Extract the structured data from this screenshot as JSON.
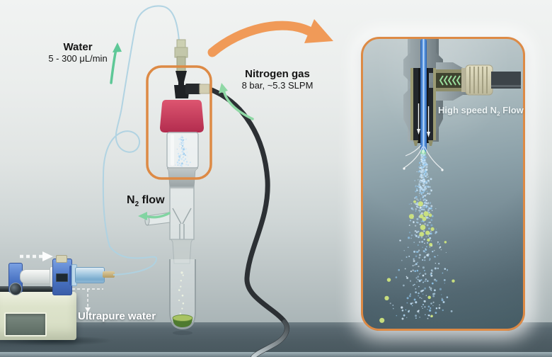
{
  "figure": {
    "type": "spray-nebulizer-experimental-setup",
    "labels": {
      "water": {
        "title": "Water",
        "rate": "5 - 300 μL/min"
      },
      "nitrogen": {
        "title": "Nitrogen gas",
        "spec": "8 bar, ~5.3 SLPM"
      },
      "n2_flow": {
        "symbol": "N",
        "subscript": "2",
        "suffix": " flow"
      },
      "inset": {
        "prefix": "High speed N",
        "subscript": "2",
        "suffix": " Flow"
      },
      "pump": {
        "label": "Ultrapure water"
      }
    },
    "colors": {
      "highlight_orange": "#dd8a45",
      "zoom_arrow_orange": "#f09a58",
      "flow_arrow_green": "#7fd3a0",
      "cap_red": "#c6395a",
      "capillary_blue": "#4f93e8",
      "spray_blue": "#a9d3f2",
      "droplet_green": "#cde47e",
      "collected_liquid_green": "#4e7a30",
      "pump_blue": "#4a74c4",
      "pump_body_cream": "#dde3cb",
      "nitrogen_tube_black": "#2c3034",
      "water_tube_blue": "#aed2e2"
    }
  }
}
